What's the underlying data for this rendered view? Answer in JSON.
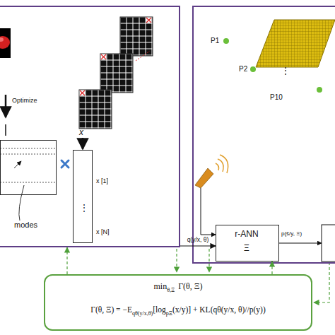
{
  "diagram": {
    "nodes": [
      {
        "text": [
          "Optimize",
          "x"
        ]
      },
      {
        "text": [
          "modes"
        ],
        "in": 0
      },
      {
        "text": [
          "x [1]",
          "⋮",
          "x [N]"
        ],
        "in": 0
      },
      {
        "text": [
          "P1",
          "P2",
          "⋮",
          "P10"
        ]
      },
      {
        "text": [
          "r-ANN",
          "Ξ"
        ],
        "in": 3
      },
      {
        "text": [
          "min",
          "θ,Ξ",
          "Γ(θ, Ξ)",
          "Γ(θ, Ξ) = −E",
          "qθ(y/x,θ)",
          "[log",
          "pΞ",
          "(x/y)] + KL(qθ(y/x, θ)//p(y))"
        ]
      }
    ],
    "edges": [
      {
        "from": 0,
        "to": 4,
        "label": "q(y/x, θ)",
        "arrow": "to"
      },
      {
        "from": 5,
        "to": 0,
        "arrow": "to"
      },
      {
        "from": 5,
        "to": 4,
        "arrow": "to"
      }
    ],
    "labels": [
      "p(ŝ/y, Ξ)"
    ]
  }
}
